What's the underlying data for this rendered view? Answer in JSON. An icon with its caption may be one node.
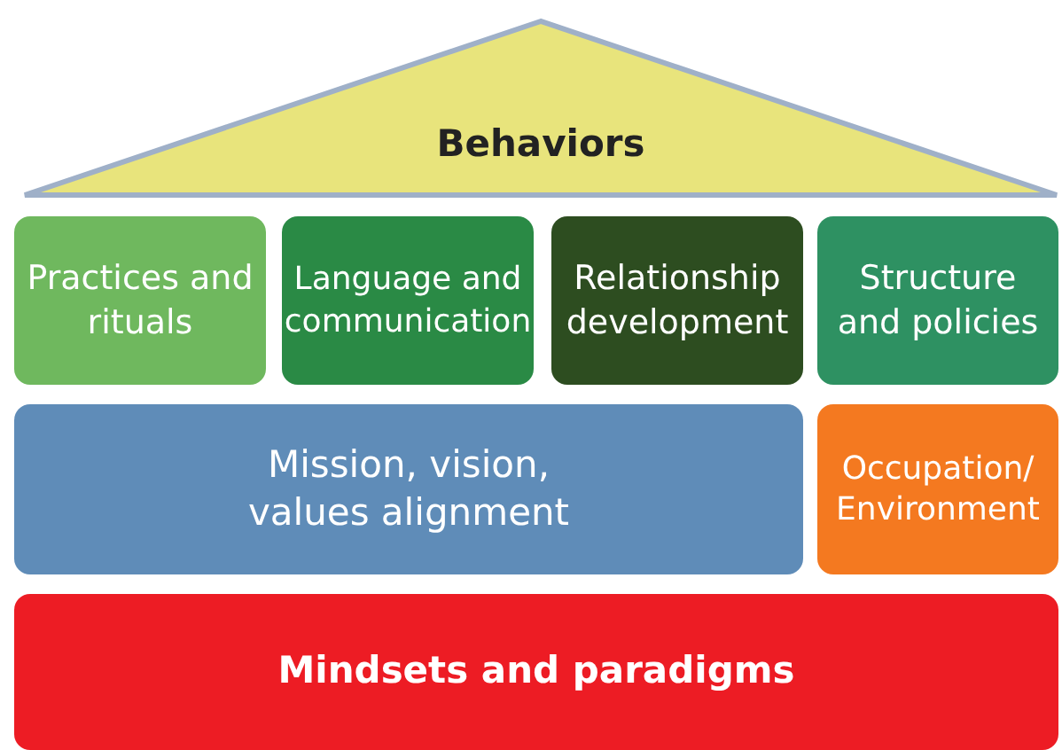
{
  "diagram": {
    "nodes": [
      {
        "text": [
          "Behaviors"
        ]
      },
      {
        "text": [
          "Practices and rituals"
        ]
      },
      {
        "text": [
          "Language and communication"
        ]
      },
      {
        "text": [
          "Relationship development"
        ]
      },
      {
        "text": [
          "Structure and policies"
        ]
      },
      {
        "text": [
          "Mission, vision, values alignment"
        ]
      },
      {
        "text": [
          "Occupation/ Environment"
        ]
      },
      {
        "text": [
          "Mindsets and paradigms"
        ]
      }
    ]
  }
}
